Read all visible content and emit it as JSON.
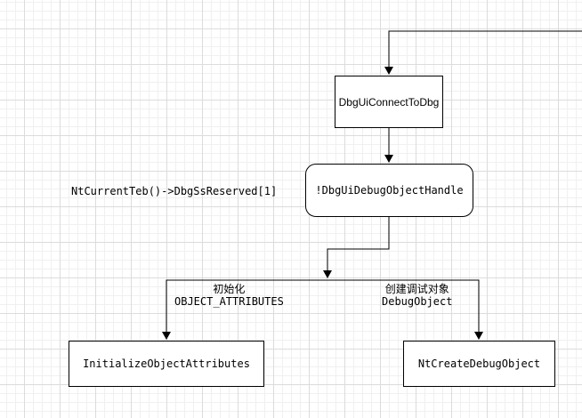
{
  "nodes": {
    "connect": {
      "text": "DbgUiConnectToDbg"
    },
    "handle": {
      "text": "!DbgUiDebugObjectHandle"
    },
    "init_attrs": {
      "text": "InitializeObjectAttributes"
    },
    "create_debug": {
      "text": "NtCreateDebugObject"
    }
  },
  "labels": {
    "teb": "NtCurrentTeb()->DbgSsReserved[1]",
    "init_cn": "初始化",
    "init_en": "OBJECT_ATTRIBUTES",
    "create_cn": "创建调试对象",
    "create_en": "DebugObject"
  },
  "colors": {
    "stroke": "#000000",
    "grid_major": "#dcdcdc",
    "grid_minor": "#f0f0f0",
    "background": "#ffffff"
  }
}
